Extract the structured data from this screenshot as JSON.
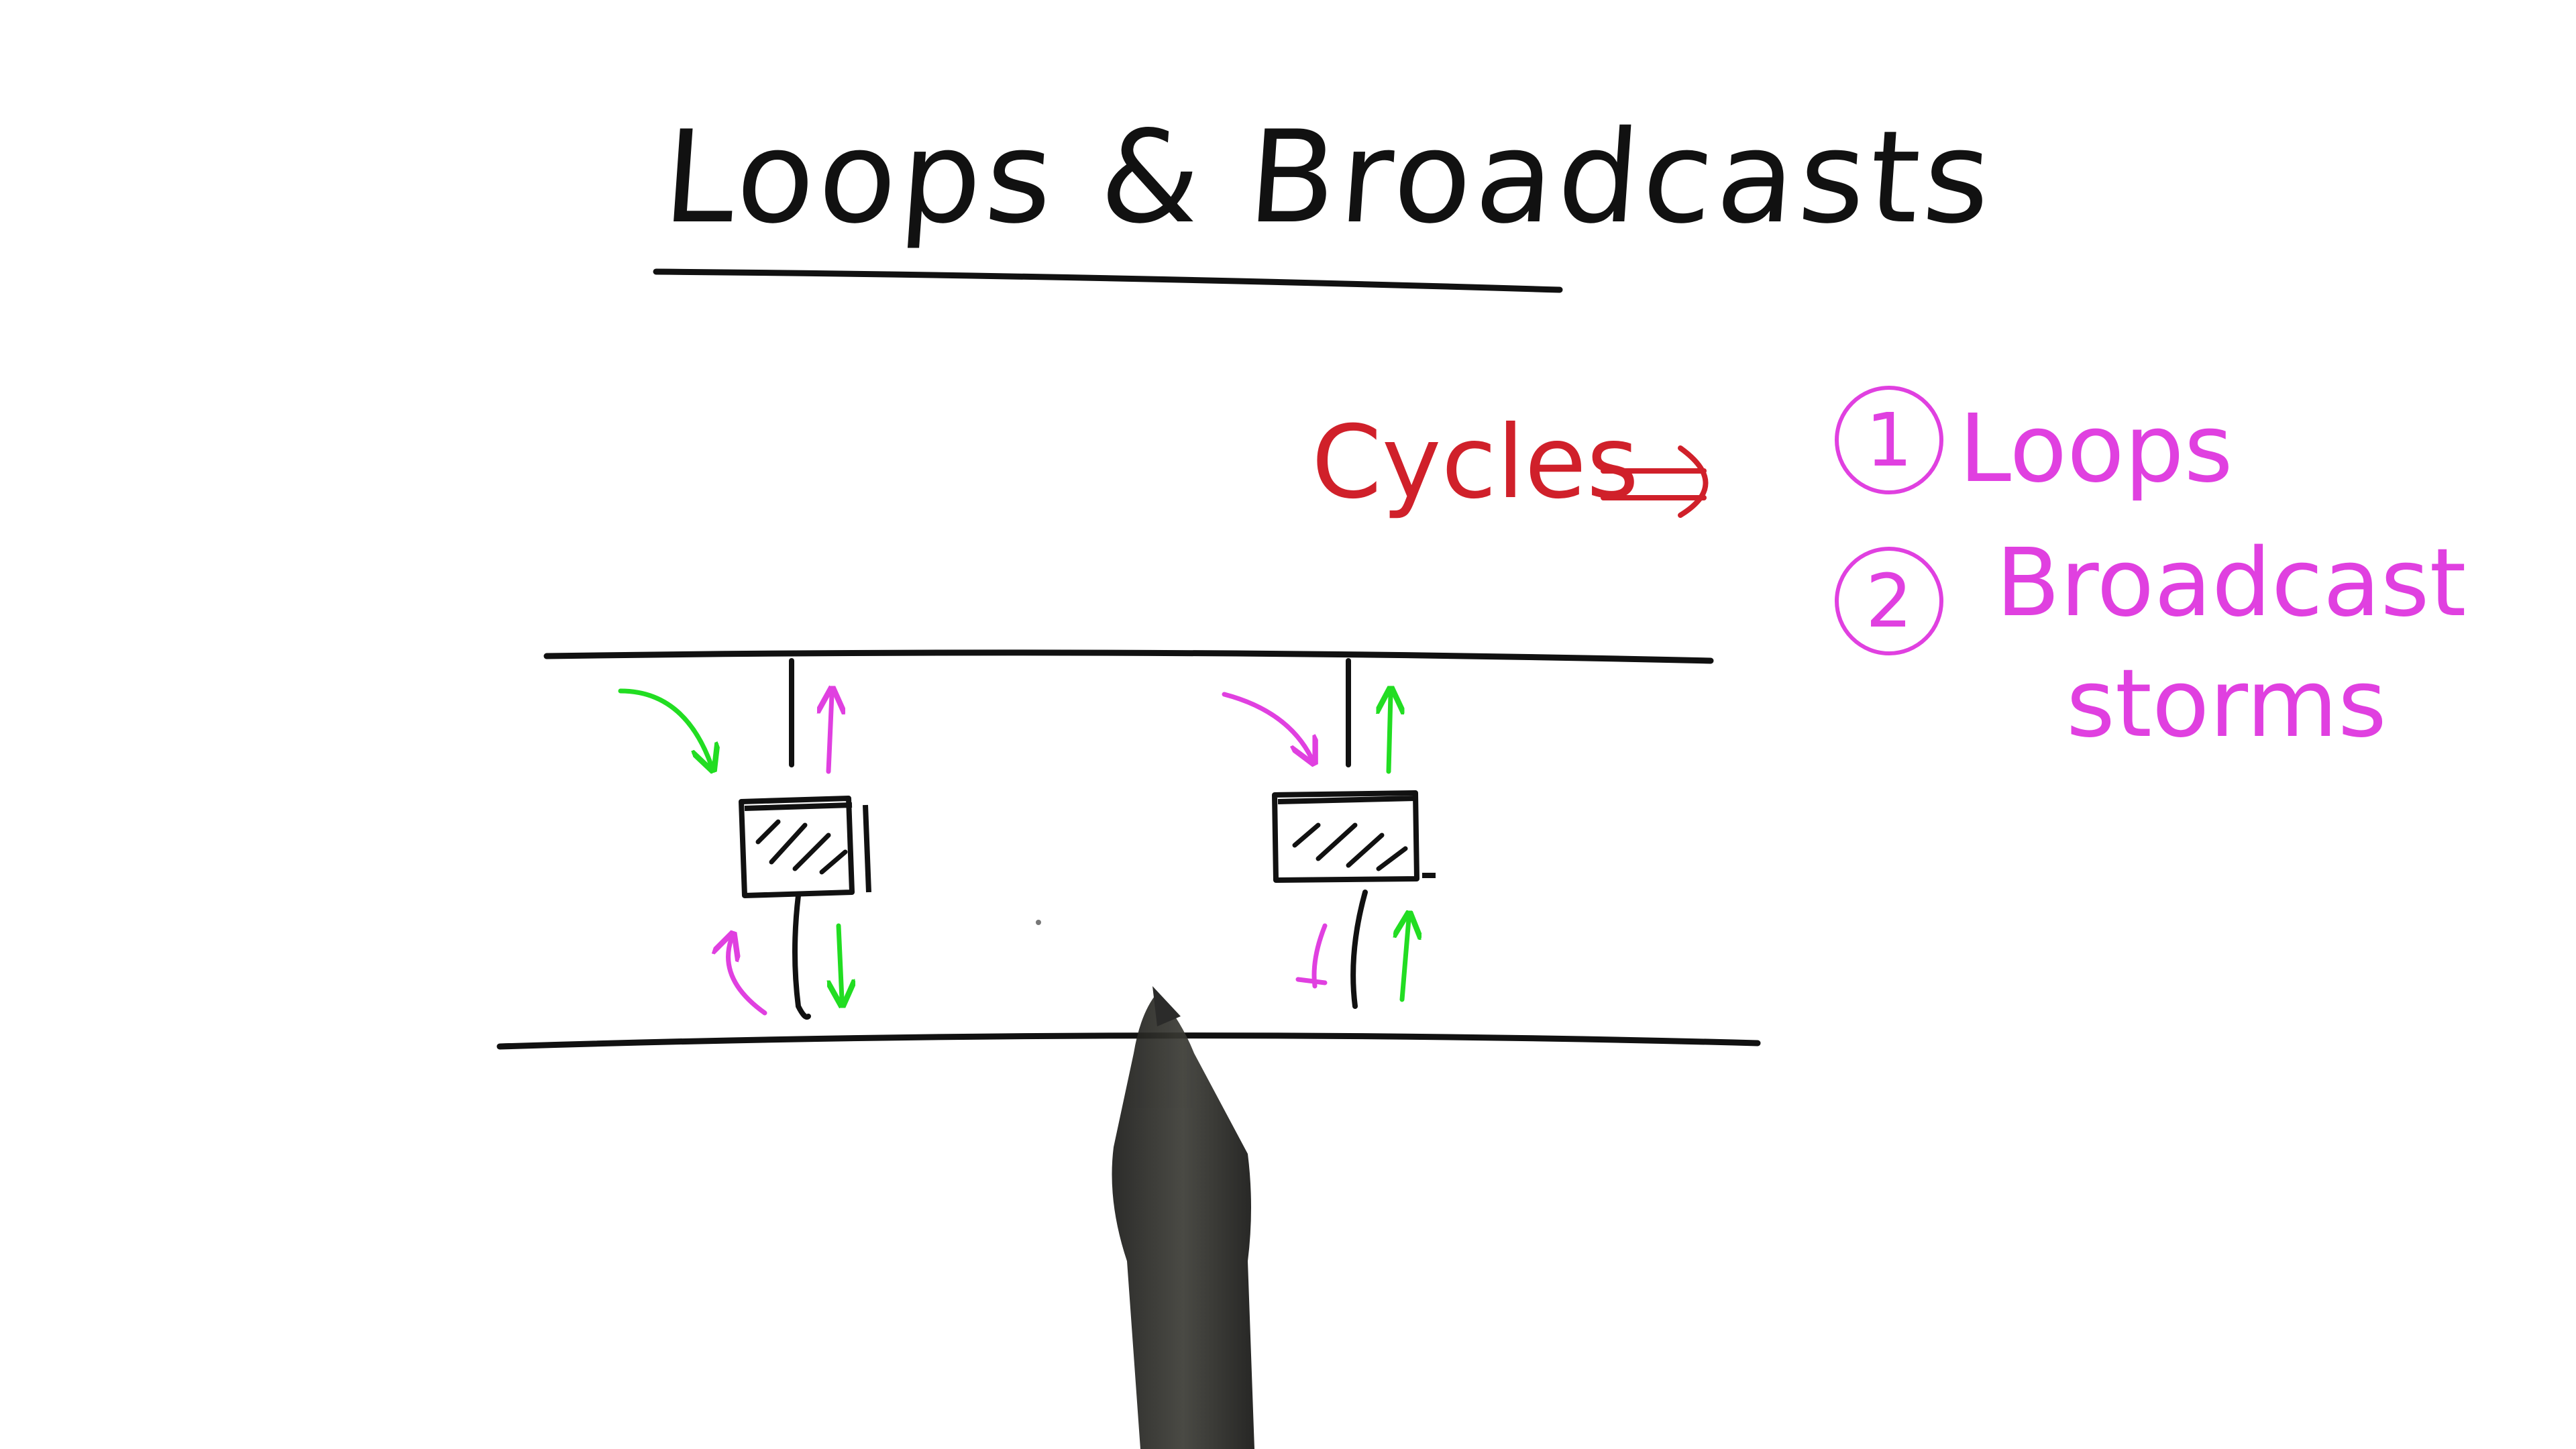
{
  "title": "Loops & Broadcasts",
  "cycles_label": "Cycles",
  "list": [
    {
      "number": "1",
      "label": "Loops"
    },
    {
      "number": "2",
      "label_line1": "Broadcast",
      "label_line2": "storms"
    }
  ],
  "colors": {
    "ink": "#111111",
    "red": "#d0202a",
    "magenta": "#e040e0",
    "green": "#22dd22",
    "marker": "#2a2a26"
  },
  "icons": [
    "marker-pen-icon",
    "switch-icon",
    "arrow-icon"
  ]
}
